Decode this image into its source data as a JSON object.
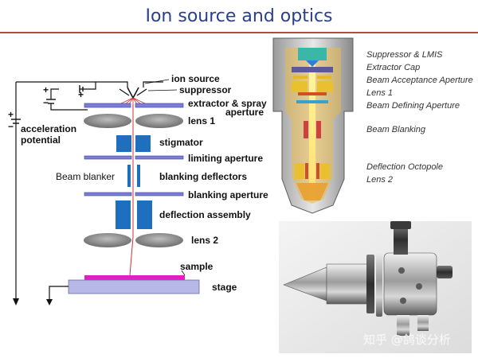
{
  "title": "Ion source and optics",
  "schematic": {
    "ion_source": "ion source",
    "suppressor": "suppressor",
    "extractor_line1": "extractor & spray",
    "extractor_line2": "aperture",
    "lens1": "lens 1",
    "stigmator": "stigmator",
    "limiting_aperture": "limiting aperture",
    "beam_blanker": "Beam blanker",
    "blanking_deflectors": "blanking deflectors",
    "blanking_aperture": "blanking aperture",
    "deflection_assembly": "deflection assembly",
    "lens2": "lens 2",
    "sample": "sample",
    "stage": "stage",
    "acceleration_line1": "acceleration",
    "acceleration_line2": "potential",
    "plus": "+",
    "minus": "−"
  },
  "cross_section_labels": [
    "Suppressor & LMIS",
    "Extractor Cap",
    "Beam Acceptance Aperture",
    "Lens 1",
    "Beam Defining Aperture",
    "Beam Blanking",
    "Deflection Octopole",
    "Lens 2"
  ],
  "watermark": "知乎 @鸽谈分析",
  "colors": {
    "title": "#2a3f8f",
    "rule": "#b24a4a",
    "plate": "#7a7ed8",
    "lens": "#8a8a8a",
    "block": "#1f6fbf",
    "beam": "#d03030",
    "sample": "#e020c0",
    "stage": "#b8b8e8"
  }
}
